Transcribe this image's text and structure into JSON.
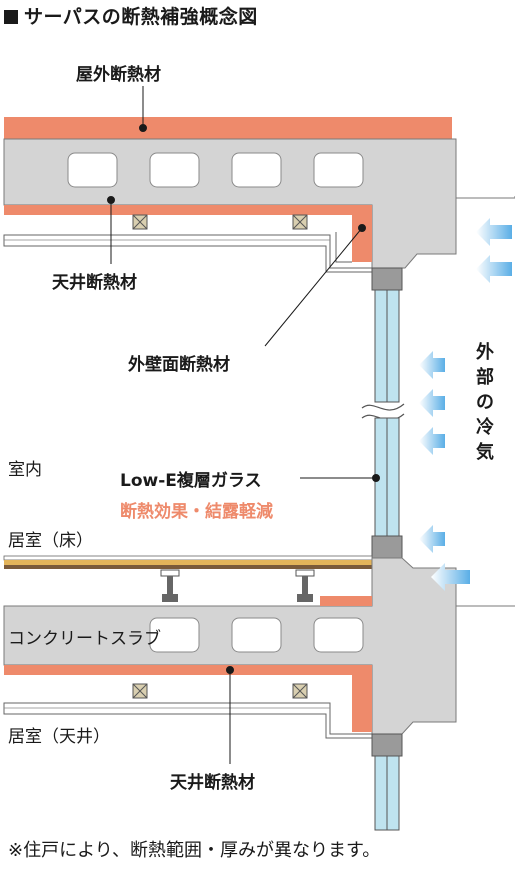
{
  "title": "サーパスの断熱補強概念図",
  "labels": {
    "outdoor_insulation": "屋外断熱材",
    "ceiling_insulation_upper": "天井断熱材",
    "exterior_wall_insulation": "外壁面断熱材",
    "indoor": "室内",
    "glass": "Low-E複層ガラス",
    "glass_effect": "断熱効果・結露軽減",
    "room_floor": "居室（床）",
    "concrete_slab": "コンクリートスラブ",
    "room_ceiling": "居室（天井）",
    "ceiling_insulation_lower": "天井断熱材",
    "outside_cold": "外部の冷気"
  },
  "note": "※住戸により、断熱範囲・厚みが異なります。",
  "colors": {
    "concrete": "#d4d4d4",
    "insulation": "#ee8a6b",
    "glass": "#bfe3ef",
    "floor": "#e3b45a",
    "arrow": "#5aaee6",
    "text": "#1a1a1a"
  }
}
